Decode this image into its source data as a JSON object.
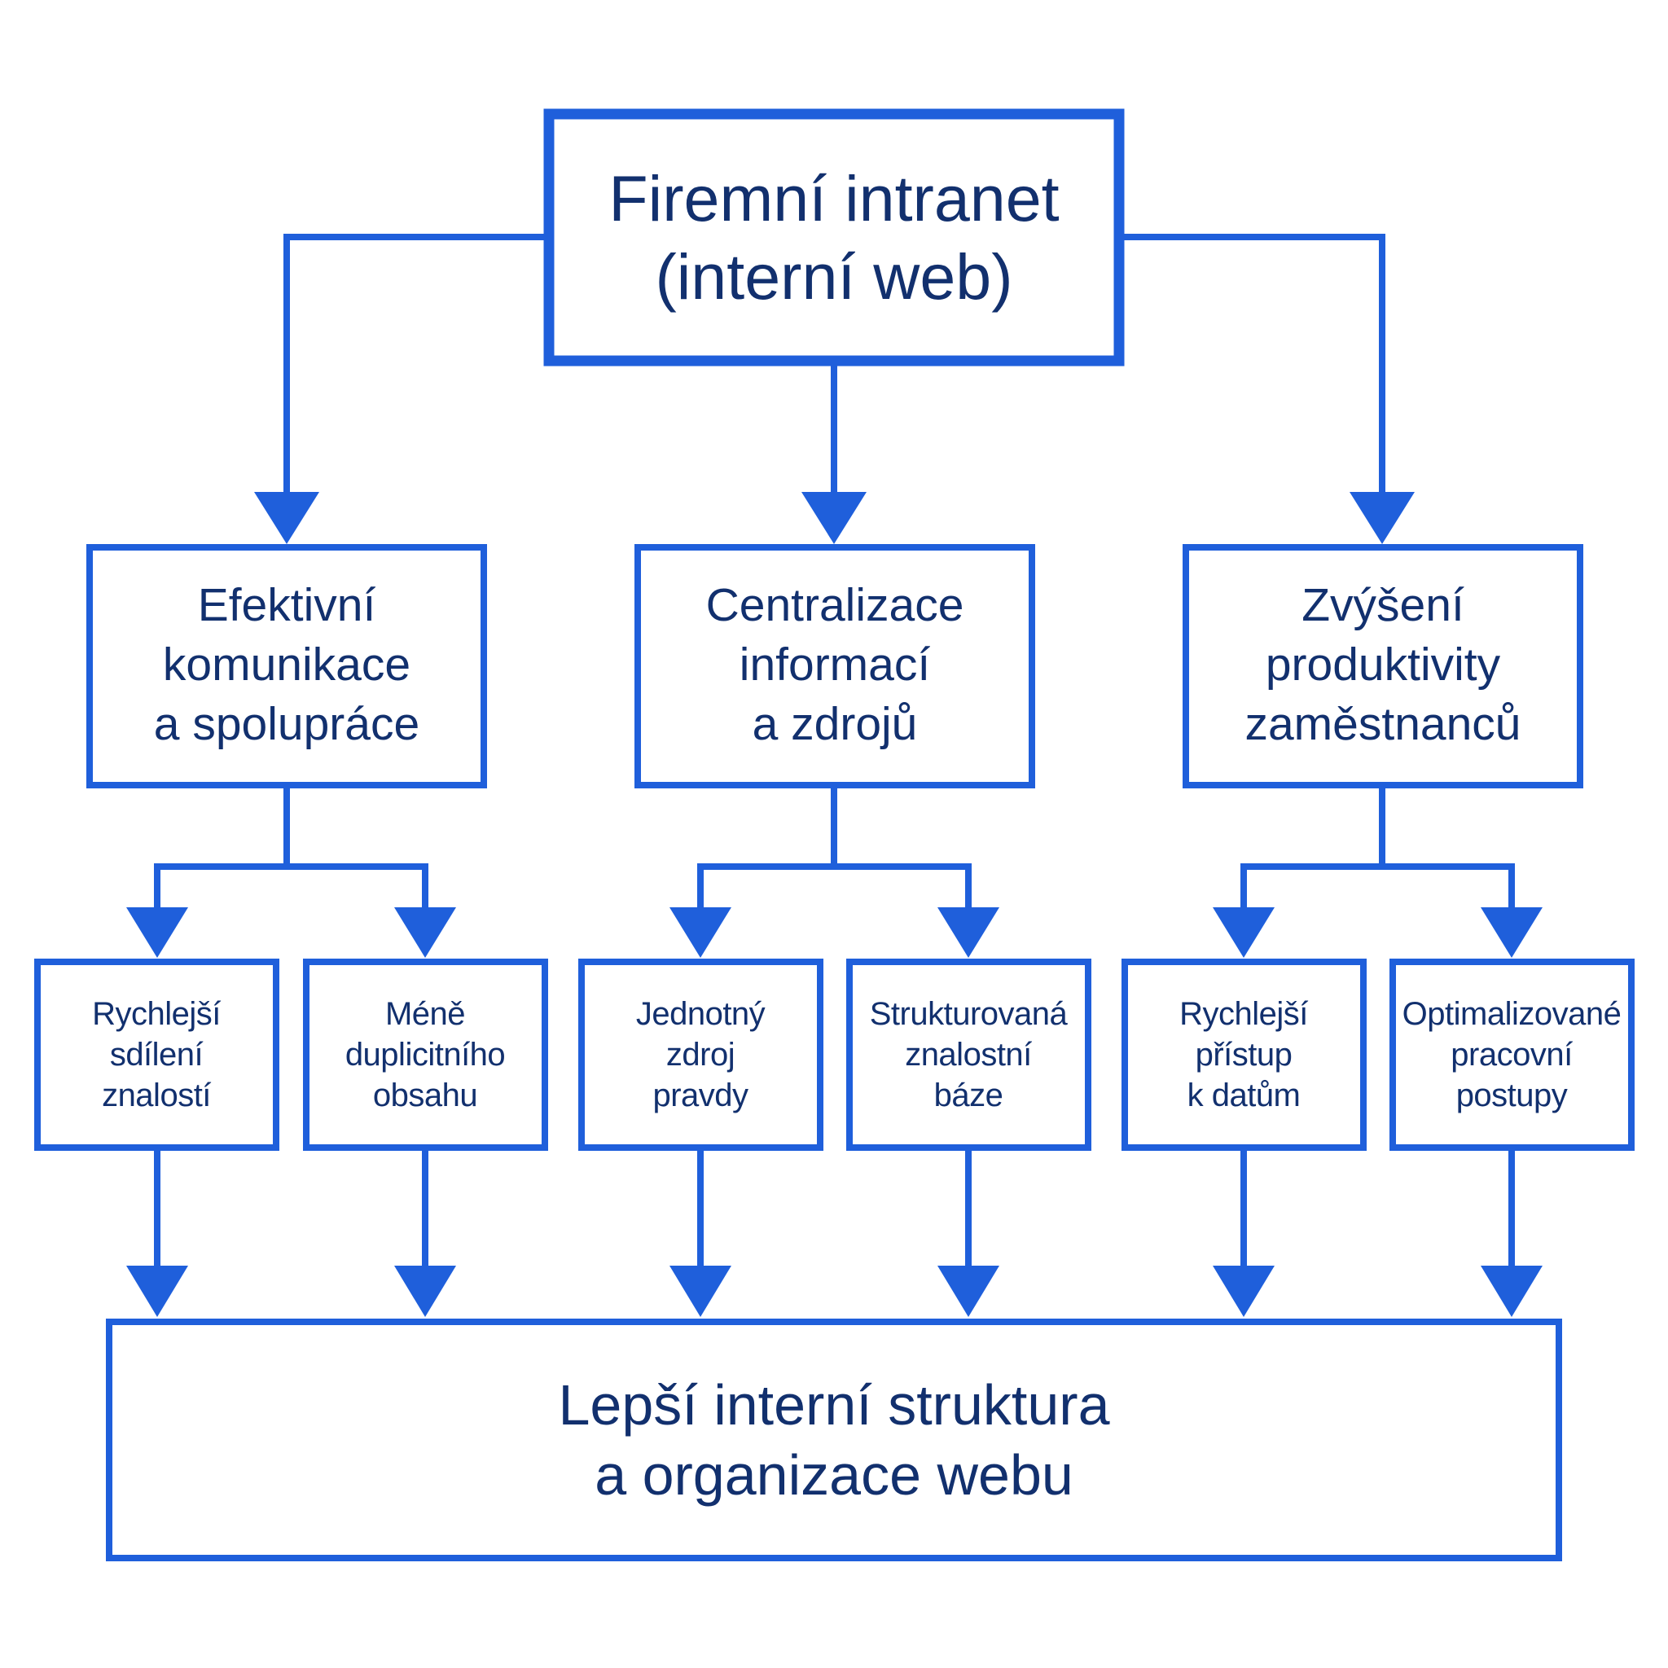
{
  "colors": {
    "accent": "#1f5fdb",
    "text": "#12306e",
    "background": "#ffffff"
  },
  "root": {
    "label": "Firemní intranet\n(interní web)"
  },
  "level2": [
    {
      "label": "Efektivní\nkomunikace\na spolupráce"
    },
    {
      "label": "Centralizace\ninformací\na zdrojů"
    },
    {
      "label": "Zvýšení\nproduktivity\nzaměstnanců"
    }
  ],
  "leaves": [
    {
      "label": "Rychlejší\nsdílení\nznalostí"
    },
    {
      "label": "Méně\nduplicitního\nobsahu"
    },
    {
      "label": "Jednotný\nzdroj\npravdy"
    },
    {
      "label": "Strukturovaná\nznalostní\nbáze"
    },
    {
      "label": "Rychlejší\npřístup\nk datům"
    },
    {
      "label": "Optimalizované\npracovní\npostupy"
    }
  ],
  "bottom": {
    "label": "Lepší interní struktura\na organizace webu"
  }
}
